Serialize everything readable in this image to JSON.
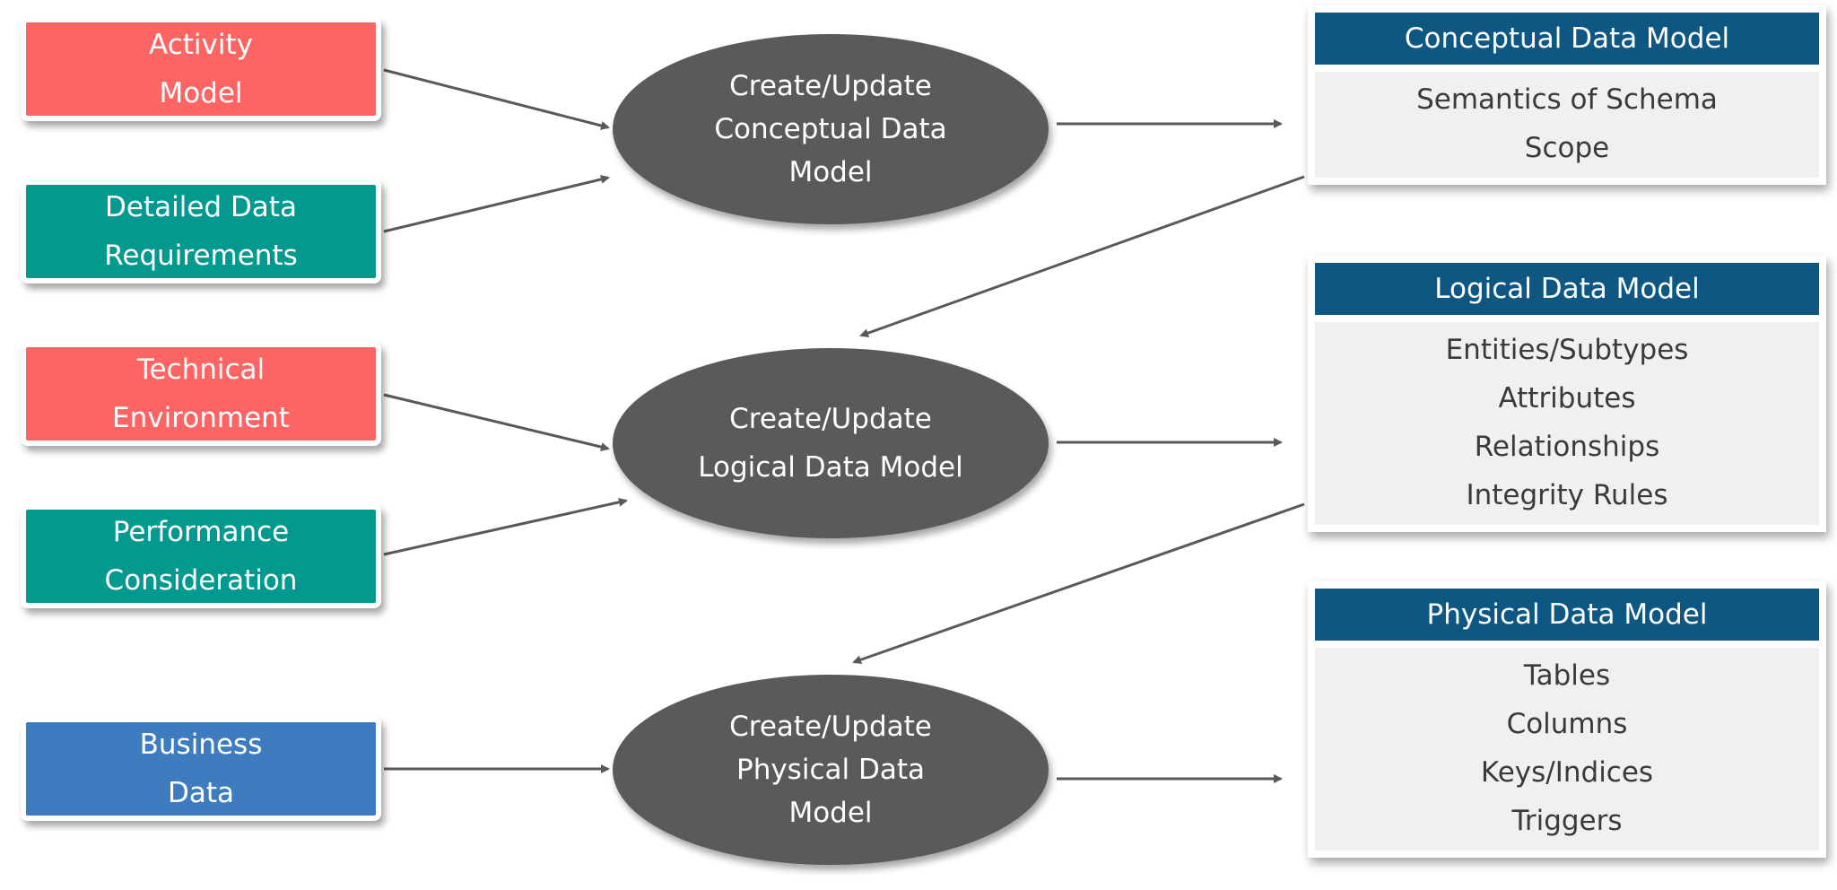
{
  "inputs": [
    {
      "id": "activity-model",
      "lines": [
        "Activity",
        "Model"
      ],
      "color": "#fd6464"
    },
    {
      "id": "detailed-data-requirements",
      "lines": [
        "Detailed Data",
        "Requirements"
      ],
      "color": "#03998f"
    },
    {
      "id": "technical-environment",
      "lines": [
        "Technical",
        "Environment"
      ],
      "color": "#fd6464"
    },
    {
      "id": "performance-consideration",
      "lines": [
        "Performance",
        "Consideration"
      ],
      "color": "#03998f"
    },
    {
      "id": "business-data",
      "lines": [
        "Business",
        "Data"
      ],
      "color": "#3e7cbf"
    }
  ],
  "processes": [
    {
      "id": "conceptual",
      "lines": [
        "Create/Update",
        "Conceptual Data",
        "Model"
      ]
    },
    {
      "id": "logical",
      "lines": [
        "Create/Update",
        "Logical Data Model"
      ]
    },
    {
      "id": "physical",
      "lines": [
        "Create/Update",
        "Physical Data",
        "Model"
      ]
    }
  ],
  "models": [
    {
      "id": "conceptual",
      "title": "Conceptual Data Model",
      "items": [
        "Semantics of Schema",
        "Scope"
      ]
    },
    {
      "id": "logical",
      "title": "Logical Data Model",
      "items": [
        "Entities/Subtypes",
        "Attributes",
        "Relationships",
        "Integrity Rules"
      ]
    },
    {
      "id": "physical",
      "title": "Physical Data Model",
      "items": [
        "Tables",
        "Columns",
        "Keys/Indices",
        "Triggers"
      ]
    }
  ],
  "colors": {
    "header": "#0f5783",
    "process": "#5a5a5a",
    "arrow": "#595959",
    "panel_body": "#f0f0f0"
  }
}
